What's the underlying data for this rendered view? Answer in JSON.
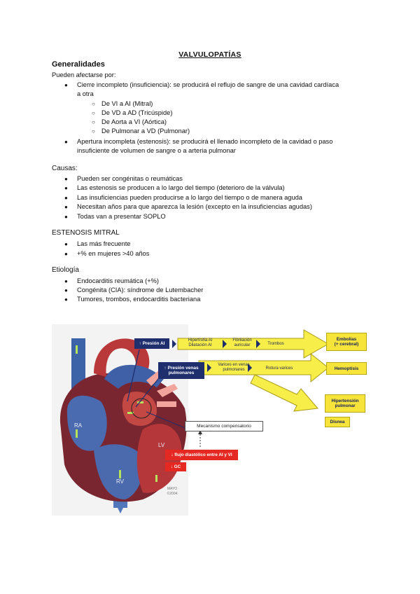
{
  "title": "VALVULOPATÍAS",
  "generalidades": {
    "heading": "Generalidades",
    "intro": "Pueden afectarse por:",
    "items": [
      {
        "line1": "Cierre incompleto (insuficiencia): se producirá el reflujo de sangre de una cavidad cardíaca",
        "line2": "a otra",
        "subitems": [
          "De VI a AI (Mitral)",
          "De VD a AD (Tricúspide)",
          "De Aorta a VI (Aórtica)",
          "De Pulmonar a VD (Pulmonar)"
        ]
      },
      {
        "line1": "Apertura incompleta (estenosis): se producirá el llenado incompleto de la cavidad o paso",
        "line2": "insuficiente de volumen de sangre o a arteria pulmonar"
      }
    ]
  },
  "causas": {
    "heading": "Causas:",
    "items": [
      "Pueden ser congénitas o reumáticas",
      "Las estenosis se producen a lo largo del tiempo (deterioro de la válvula)",
      "Las insuficiencias pueden producirse a lo largo del tiempo o de manera aguda",
      "Necesitan años para que aparezca la lesión (excepto en la insuficiencias agudas)",
      "Todas van a presentar SOPLO"
    ]
  },
  "estenosis": {
    "heading": "ESTENOSIS MITRAL",
    "items": [
      "Las más frecuente",
      "+% en mujeres >40 años"
    ]
  },
  "etiologia": {
    "heading": "Etiología",
    "items": [
      "Endocarditis reumática (+%)",
      "Congénita (CIA): síndrome de Lutembacher",
      "Tumores, trombos, endocarditis bacteriana"
    ]
  },
  "diagram": {
    "presion_ai": "↑ Presión AI",
    "hipertrofia": "Hipertrofia AI\nDilatación AI",
    "fibrilacion": "Fibrilación\nauricular",
    "trombos": "Trombos",
    "embolias": "Embolias\n(+ cerebral)",
    "presion_venas": "↑ Presión venas\npulmonares",
    "varices": "Varices en venas\npulmonares",
    "rotura": "Rotura varices",
    "hemoptisis": "Hemoptisis",
    "hipertension": "Hipertensión\npulmonar",
    "disnea": "Disnea",
    "mecanismo": "Mecanismo compensatorio",
    "flujo": "↓ flujo diastólico entre AI y VI",
    "gc": "↓ GC",
    "ra": "RA",
    "lv": "LV",
    "rv": "RV",
    "watermark": "MAYO\n©2004"
  }
}
